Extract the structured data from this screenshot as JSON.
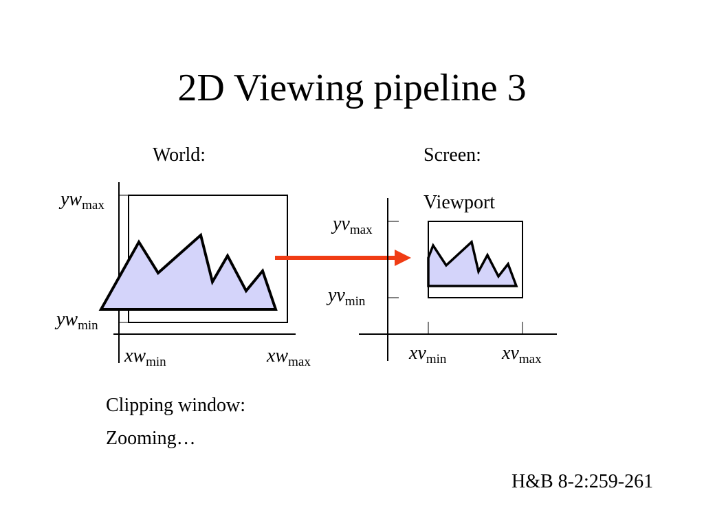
{
  "slide": {
    "title": "2D Viewing pipeline 3",
    "reference": "H&B 8-2:259-261"
  },
  "world": {
    "heading": "World:",
    "yw_max": {
      "main": "yw",
      "sub": "max"
    },
    "yw_min": {
      "main": "yw",
      "sub": "min"
    },
    "xw_min": {
      "main": "xw",
      "sub": "min"
    },
    "xw_max": {
      "main": "xw",
      "sub": "max"
    }
  },
  "screen": {
    "heading": "Screen:",
    "viewport_label": "Viewport",
    "yv_max": {
      "main": "yv",
      "sub": "max"
    },
    "yv_min": {
      "main": "yv",
      "sub": "min"
    },
    "xv_min": {
      "main": "xv",
      "sub": "min"
    },
    "xv_max": {
      "main": "xv",
      "sub": "max"
    }
  },
  "notes": {
    "clipping_window": "Clipping window:",
    "zooming": "Zooming…"
  },
  "colors": {
    "shape_fill": "#d4d4fa",
    "arrow": "#f03c14",
    "lines": "#000000"
  }
}
